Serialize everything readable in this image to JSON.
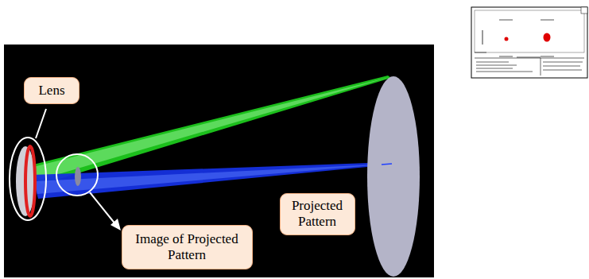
{
  "diagram": {
    "nodes": [
      {
        "text": [
          "Lens"
        ]
      },
      {
        "text": [
          "Image of Projected Pattern"
        ]
      },
      {
        "text": [
          "Projected Pattern"
        ]
      }
    ]
  }
}
